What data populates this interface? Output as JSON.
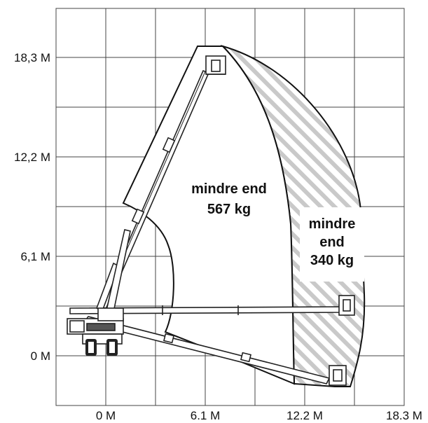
{
  "y_axis_labels": [
    "18,3 M",
    "12,2 M",
    "6,1 M",
    "0 M"
  ],
  "x_axis_labels": [
    "0 M",
    "6.1 M",
    "12.2 M",
    "18.3 M"
  ],
  "zone_main": {
    "line1": "mindre end",
    "line2": "567 kg"
  },
  "zone_outer": {
    "line1": "mindre",
    "line2": "end",
    "line3": "340 kg"
  }
}
